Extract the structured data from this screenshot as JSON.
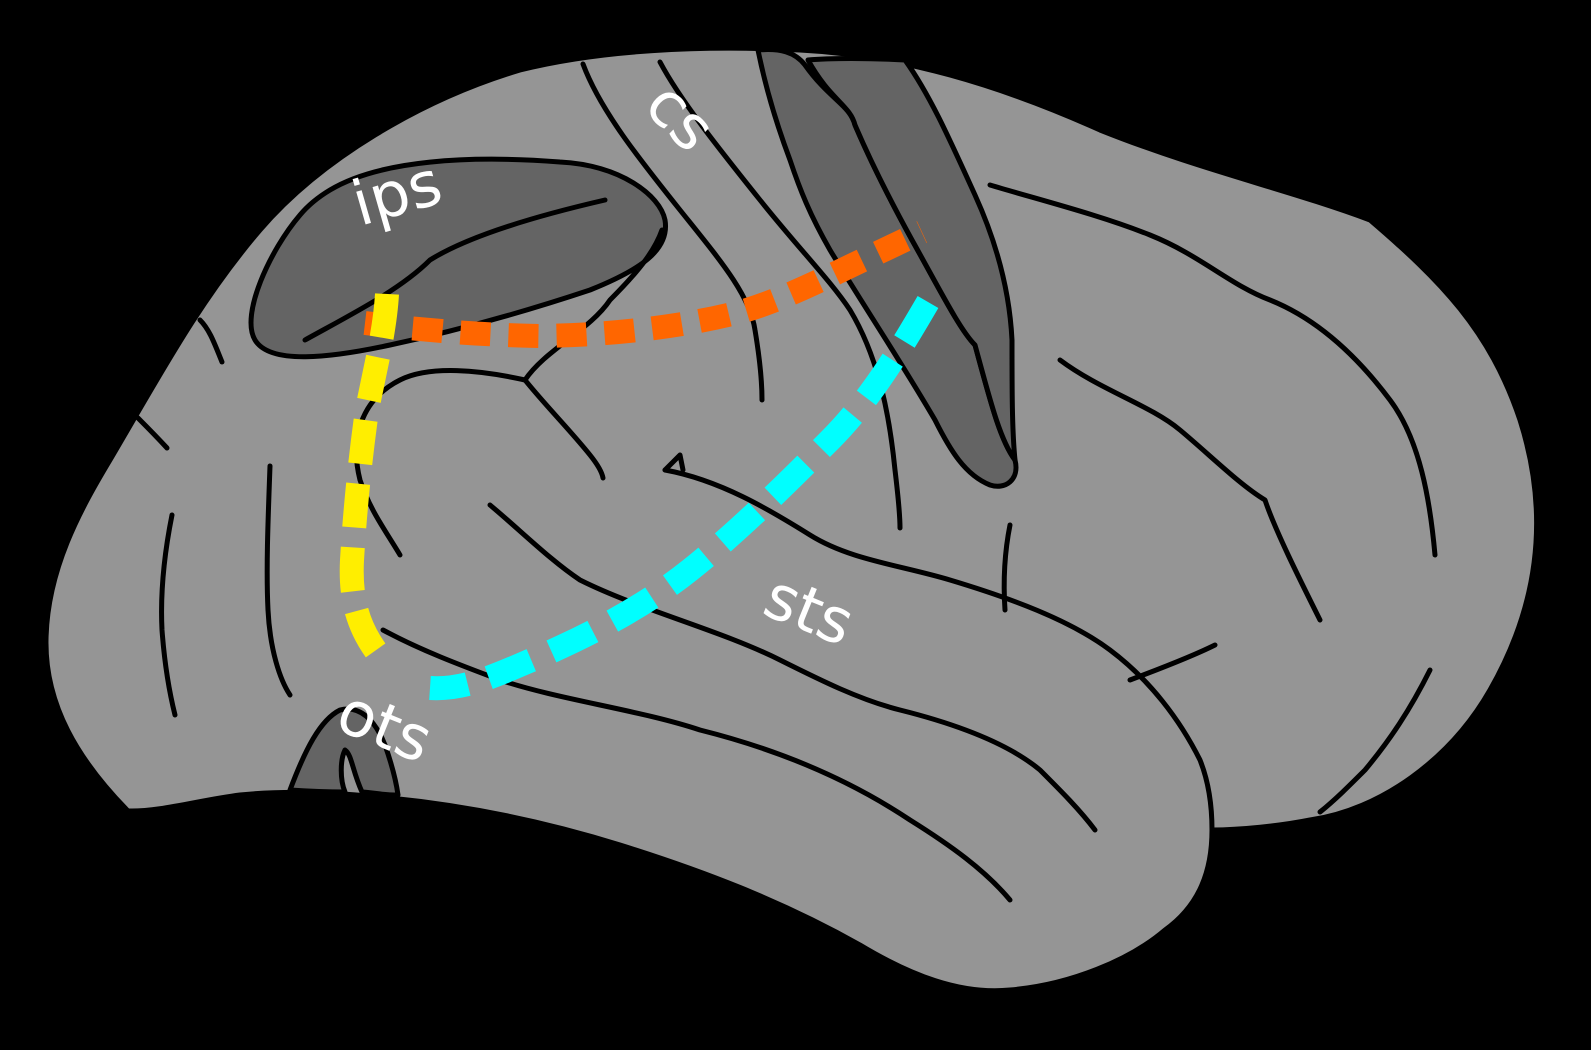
{
  "labels": {
    "cs": "cs",
    "ips": "ips",
    "sts": "sts",
    "ots": "ots"
  },
  "colors": {
    "background": "#000000",
    "cortex": "#959595",
    "sulcus_fill": "#646464",
    "outline": "#000000",
    "label": "#ffffff",
    "dorsal_pathway": "#ff6600",
    "ventral_pathway": "#ffee00",
    "lateral_pathway": "#00ffff"
  }
}
